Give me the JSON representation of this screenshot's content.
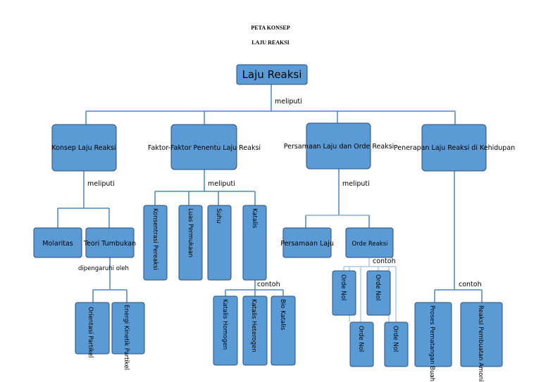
{
  "title": {
    "line1": "PETA KONSEP",
    "line2": "LAJU REAKSI"
  },
  "colors": {
    "box_fill": "#5b9bd5",
    "box_stroke": "#2e4e74",
    "line": "#4a86c5",
    "line_light": "#9ec1e3"
  },
  "root": "Laju Reaksi",
  "edge_labels": {
    "root": "meliputi",
    "konsep": "meliputi",
    "faktor": "meliputi",
    "persamaan": "meliputi",
    "teori": "dipengaruhi oleh",
    "katalis": "contoh",
    "orde": "contoh",
    "penerapan": "contoh"
  },
  "level1": {
    "konsep": "Konsep Laju Reaksi",
    "faktor": "Faktor-Faktor Penentu Laju Reaksi",
    "persamaan": "Persamaan Laju dan Orde Reaksi",
    "penerapan": "Penerapan Laju Reaksi di Kehidupan"
  },
  "konsep_children": {
    "molaritas": "Molaritas",
    "teori": "Teori Tumbukan"
  },
  "teori_children": {
    "orientasi": "Orientasi Partikel",
    "energi": "Energi Kinetik Partikel"
  },
  "faktor_children": {
    "konsentrasi": "Konsentrasi Pereaksi",
    "luas": "Luas Permukaan",
    "suhu": "Suhu",
    "katalis": "Katalis"
  },
  "katalis_children": {
    "homogen": "Katalis Homogen",
    "heterogen": "Katalis Heterogen",
    "bio": "Bio Katalis"
  },
  "persamaan_children": {
    "persamaan_laju": "Persamaan Laju",
    "orde": "Orde Reaksi"
  },
  "orde_children": {
    "o1": "Orde Nol",
    "o2": "Orde Nol",
    "o3": "Orde Nol",
    "o4": "Orde Nol"
  },
  "penerapan_children": {
    "pematangan": "Proses Pematangan Buah",
    "pembuatan": "Reaksi Pembuatan Amonia"
  }
}
